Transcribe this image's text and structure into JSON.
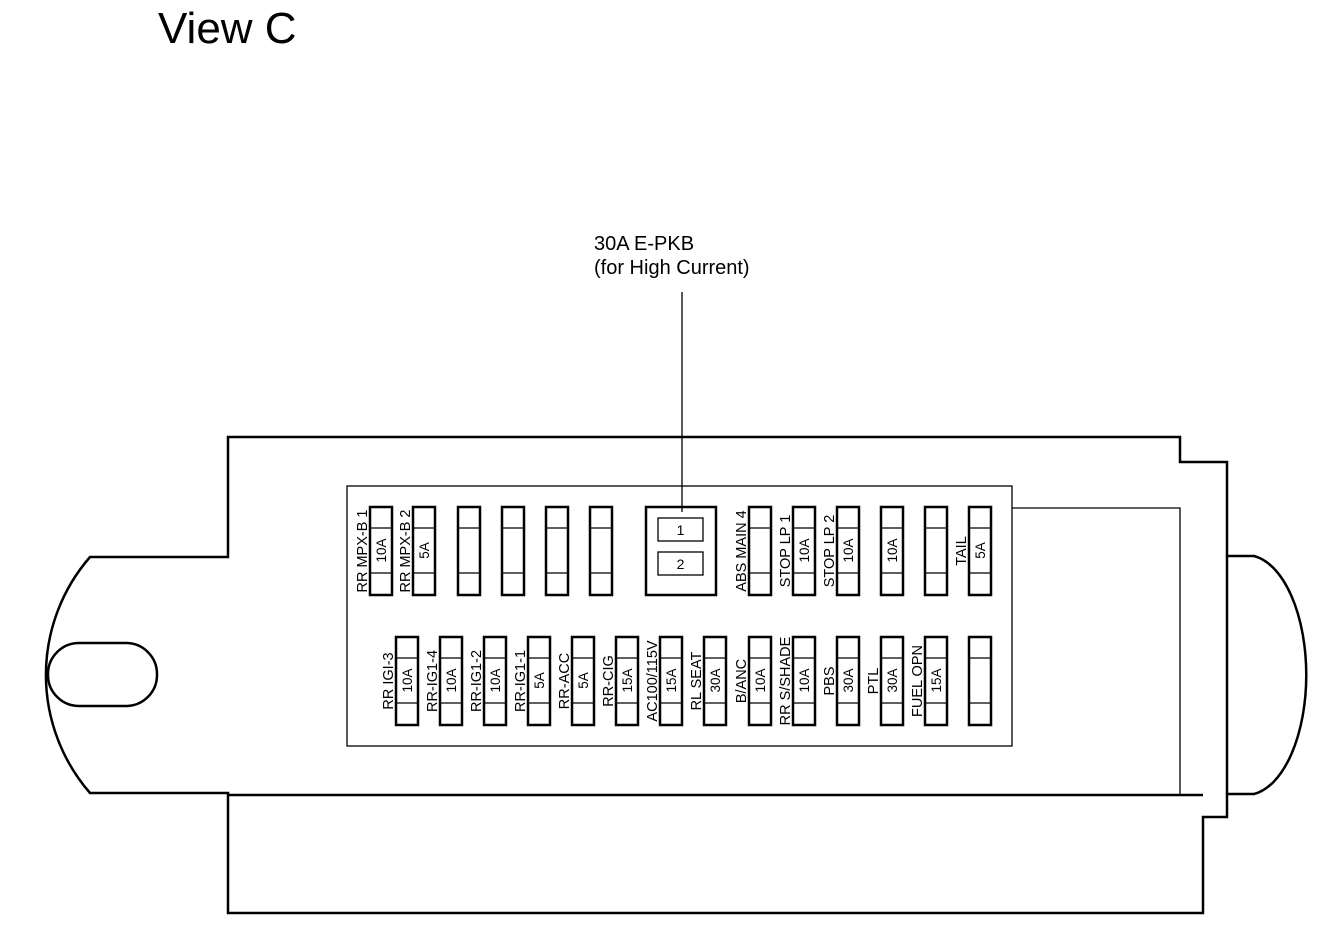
{
  "title": "View C",
  "callout": {
    "line1": "30A E-PKB",
    "line2": "(for High Current)"
  },
  "relay": {
    "terminals": [
      "1",
      "2"
    ]
  },
  "top_row": [
    {
      "name": "RR MPX-B 1",
      "rating": "10A"
    },
    {
      "name": "RR MPX-B 2",
      "rating": "5A"
    },
    {
      "name": "",
      "rating": ""
    },
    {
      "name": "",
      "rating": ""
    },
    {
      "name": "",
      "rating": ""
    },
    {
      "name": "",
      "rating": ""
    },
    {
      "name": "ABS MAIN 4",
      "rating": ""
    },
    {
      "name": "STOP LP 1",
      "rating": "10A"
    },
    {
      "name": "STOP LP 2",
      "rating": "10A"
    },
    {
      "name": "",
      "rating": "10A"
    },
    {
      "name": "",
      "rating": ""
    },
    {
      "name": "TAIL",
      "rating": "5A"
    }
  ],
  "bottom_row": [
    {
      "name": "RR IGI-3",
      "rating": "10A"
    },
    {
      "name": "RR-IG1-4",
      "rating": "10A"
    },
    {
      "name": "RR-IG1-2",
      "rating": "10A"
    },
    {
      "name": "RR-IG1-1",
      "rating": "5A"
    },
    {
      "name": "RR-ACC",
      "rating": "5A"
    },
    {
      "name": "RR-CIG",
      "rating": "15A"
    },
    {
      "name": "AC100/115V",
      "rating": "15A"
    },
    {
      "name": "RL SEAT",
      "rating": "30A"
    },
    {
      "name": "B/ANC",
      "rating": "10A"
    },
    {
      "name": "RR S/SHADE",
      "rating": "10A"
    },
    {
      "name": "PBS",
      "rating": "30A"
    },
    {
      "name": "PTL",
      "rating": "30A"
    },
    {
      "name": "FUEL OPN",
      "rating": "15A"
    },
    {
      "name": "",
      "rating": ""
    }
  ]
}
